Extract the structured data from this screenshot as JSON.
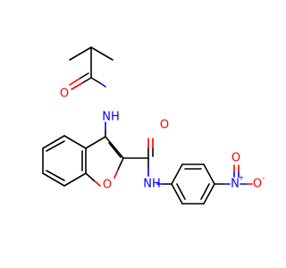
{
  "colors": {
    "carbon_bond": "#000000",
    "oxygen": "#ff0000",
    "nitrogen": "#0000ff",
    "background": "#ffffff"
  },
  "atoms": {
    "amide_oxygen_top": "O",
    "amide_nh_top": "NH",
    "furan_oxygen": "O",
    "amide_oxygen_right": "O",
    "amide_nh_right": "NH",
    "nitro_nitrogen": "N",
    "nitro_nitrogen_charge": "+",
    "nitro_oxygen_top": "O",
    "nitro_oxygen_right": "O",
    "nitro_oxygen_charge": "-"
  }
}
